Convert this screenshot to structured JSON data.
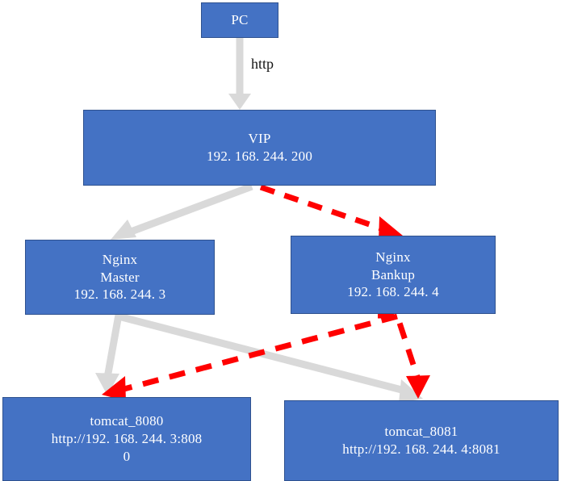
{
  "diagram": {
    "title": "Nginx Keepalived load balance topology",
    "colors": {
      "node_fill": "#4472C4",
      "node_border": "#2F528F",
      "node_text": "#FFFFFF",
      "primary_edge": "#D9D9D9",
      "failover_edge": "#FF0000",
      "background": "#FFFFFF",
      "label_text": "#141414"
    },
    "nodes": [
      {
        "id": "pc",
        "name": "pc",
        "lines": [
          "PC"
        ]
      },
      {
        "id": "vip",
        "name": "vip",
        "lines": [
          "VIP",
          "192. 168. 244. 200"
        ]
      },
      {
        "id": "nginx_master",
        "name": "nginx-master",
        "lines": [
          "Nginx",
          "Master",
          "192. 168. 244. 3"
        ]
      },
      {
        "id": "nginx_backup",
        "name": "nginx-backup",
        "lines": [
          "Nginx",
          "Bankup",
          "192. 168. 244. 4"
        ]
      },
      {
        "id": "tomcat_8080",
        "name": "tomcat-8080",
        "lines": [
          "tomcat_8080",
          "http://192. 168. 244. 3:808",
          "0"
        ]
      },
      {
        "id": "tomcat_8081",
        "name": "tomcat-8081",
        "lines": [
          "tomcat_8081",
          "http://192. 168. 244. 4:8081"
        ]
      }
    ],
    "edge_labels": [
      {
        "id": "http",
        "text": "http"
      }
    ],
    "edges": [
      {
        "from": "pc",
        "to": "vip",
        "style": "solid",
        "color": "#D9D9D9",
        "label": "http"
      },
      {
        "from": "vip",
        "to": "nginx_master",
        "style": "solid",
        "color": "#D9D9D9",
        "label": ""
      },
      {
        "from": "vip",
        "to": "nginx_backup",
        "style": "dashed",
        "color": "#FF0000",
        "label": ""
      },
      {
        "from": "nginx_master",
        "to": "tomcat_8080",
        "style": "solid",
        "color": "#D9D9D9",
        "label": ""
      },
      {
        "from": "nginx_master",
        "to": "tomcat_8081",
        "style": "solid",
        "color": "#D9D9D9",
        "label": ""
      },
      {
        "from": "nginx_backup",
        "to": "tomcat_8080",
        "style": "dashed",
        "color": "#FF0000",
        "label": ""
      },
      {
        "from": "nginx_backup",
        "to": "tomcat_8081",
        "style": "dashed",
        "color": "#FF0000",
        "label": ""
      }
    ]
  }
}
